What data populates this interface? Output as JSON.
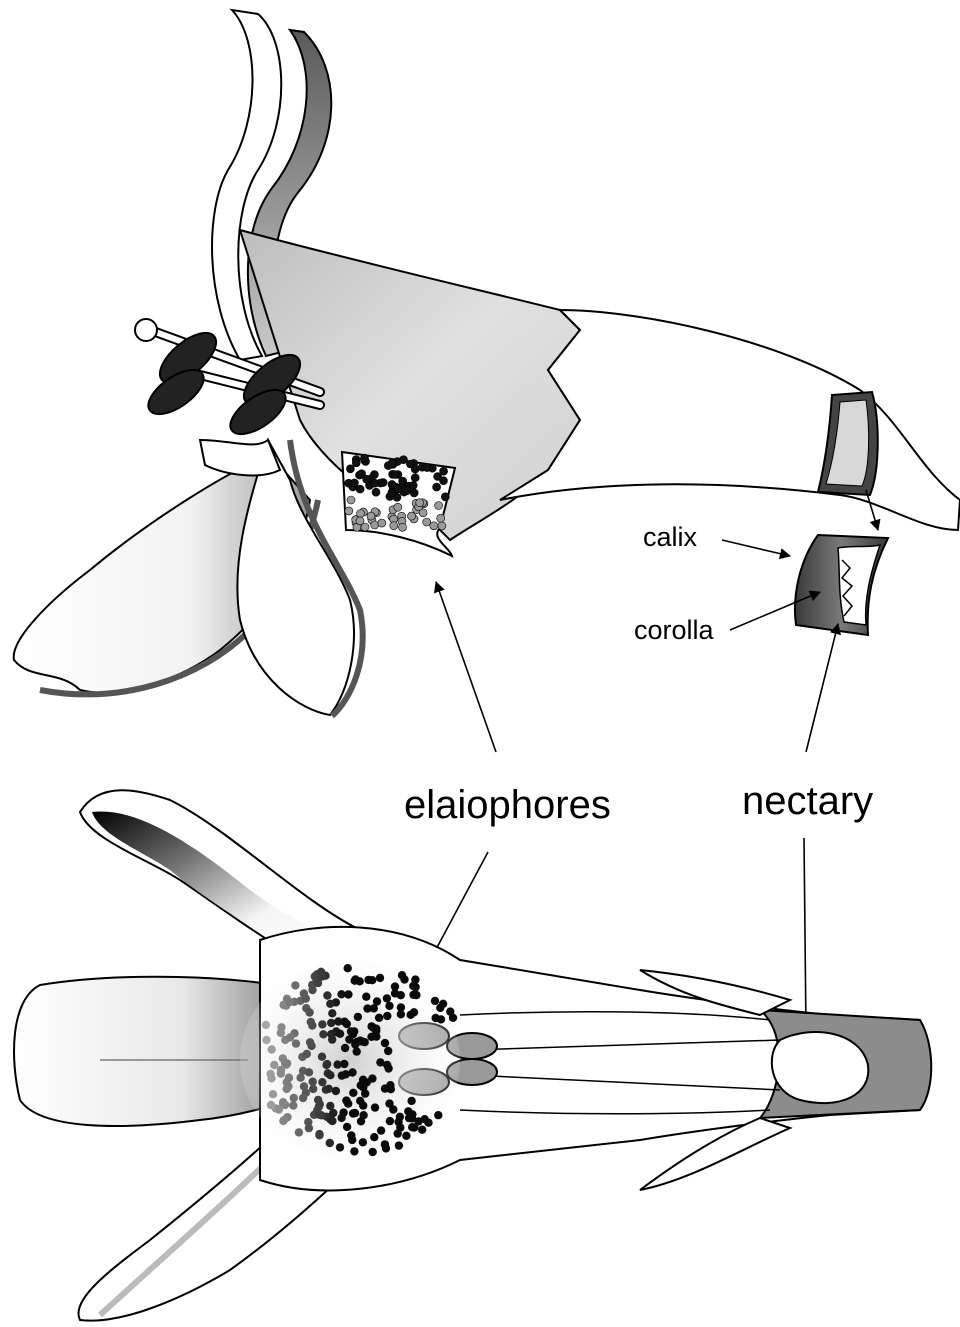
{
  "labels": {
    "calix": "calix",
    "corolla": "corolla",
    "elaiophores": "elaiophores",
    "nectary": "nectary"
  },
  "colors": {
    "outline": "#000000",
    "petal_light": "#ffffff",
    "tube_gray": "#d9d9d9",
    "dark_gray": "#7a7a7a",
    "anther_black": "#222222",
    "gland_dot": "#111111",
    "nectary_fill": "#8c8c8c"
  }
}
